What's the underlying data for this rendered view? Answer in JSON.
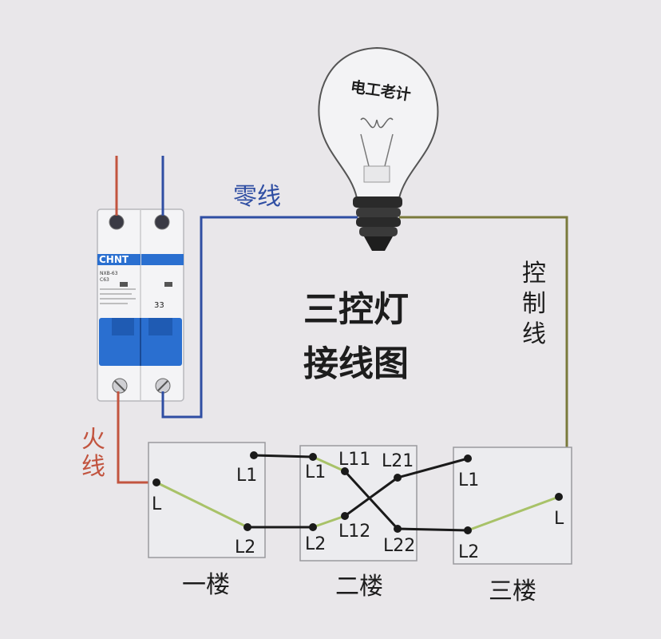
{
  "title_line1": "三控灯",
  "title_line2": "接线图",
  "bulb_text": "电工老计",
  "neutral_label": "零线",
  "live_label_1": "火",
  "live_label_2": "线",
  "control_label_1": "控",
  "control_label_2": "制",
  "control_label_3": "线",
  "breaker": {
    "brand": "CHNT",
    "model": "NXB-63",
    "rating": "C63",
    "marking": "33"
  },
  "switches": [
    {
      "floor": "一楼",
      "terminals": [
        "L1",
        "L",
        "L2"
      ]
    },
    {
      "floor": "二楼",
      "terminals": [
        "L1",
        "L11",
        "L21",
        "L12",
        "L2",
        "L22"
      ]
    },
    {
      "floor": "三楼",
      "terminals": [
        "L1",
        "L",
        "L2"
      ]
    }
  ],
  "colors": {
    "live": "#c2543f",
    "neutral": "#2f4ea3",
    "control": "#7a7a3c",
    "link": "#a8c268",
    "jumper": "#1a1a1a",
    "breaker": "#2a6fd0"
  }
}
